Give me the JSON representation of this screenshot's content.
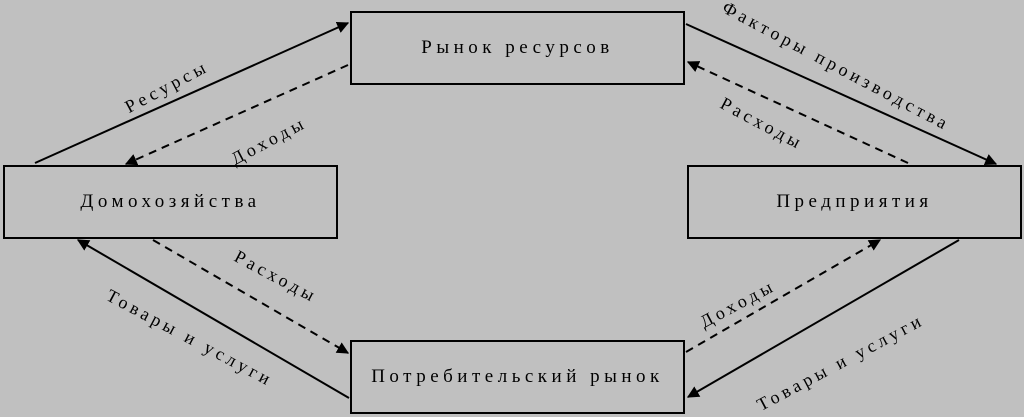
{
  "diagram": {
    "nodes": {
      "resource_market": "Рынок ресурсов",
      "households": "Домохозяйства",
      "enterprises": "Предприятия",
      "consumer_market": "Потребительский рынок"
    },
    "edges": {
      "resources": "Ресурсы",
      "income_top": "Доходы",
      "factors": "Факторы производства",
      "expenses_top": "Расходы",
      "expenses_bottom": "Расходы",
      "goods_left": "Товары и услуги",
      "income_bottom": "Доходы",
      "goods_right": "Товары и услуги"
    }
  }
}
